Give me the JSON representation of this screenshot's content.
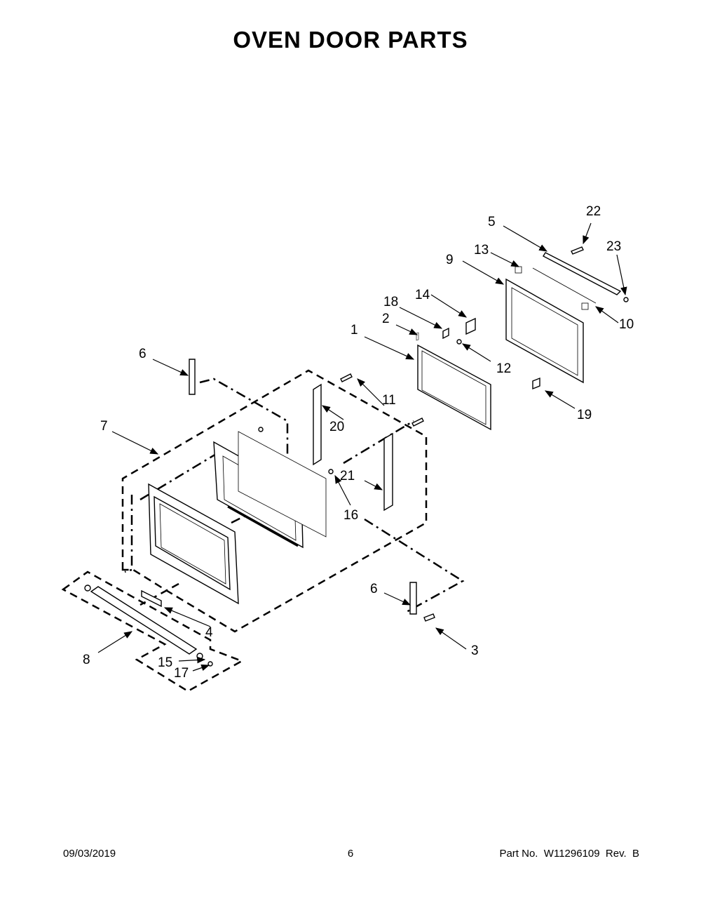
{
  "page": {
    "title": "OVEN DOOR PARTS",
    "footer": {
      "date": "09/03/2019",
      "page_number": "6",
      "part_number": "Part No.  W11296109  Rev.  B"
    }
  },
  "callouts": [
    {
      "id": "c1",
      "label": "1"
    },
    {
      "id": "c2",
      "label": "2"
    },
    {
      "id": "c3",
      "label": "3"
    },
    {
      "id": "c4",
      "label": "4"
    },
    {
      "id": "c5",
      "label": "5"
    },
    {
      "id": "c6a",
      "label": "6"
    },
    {
      "id": "c6b",
      "label": "6"
    },
    {
      "id": "c7",
      "label": "7"
    },
    {
      "id": "c8",
      "label": "8"
    },
    {
      "id": "c9",
      "label": "9"
    },
    {
      "id": "c10",
      "label": "10"
    },
    {
      "id": "c11",
      "label": "11"
    },
    {
      "id": "c12",
      "label": "12"
    },
    {
      "id": "c13",
      "label": "13"
    },
    {
      "id": "c14",
      "label": "14"
    },
    {
      "id": "c15",
      "label": "15"
    },
    {
      "id": "c16",
      "label": "16"
    },
    {
      "id": "c17",
      "label": "17"
    },
    {
      "id": "c18",
      "label": "18"
    },
    {
      "id": "c19",
      "label": "19"
    },
    {
      "id": "c20",
      "label": "20"
    },
    {
      "id": "c21",
      "label": "21"
    },
    {
      "id": "c22",
      "label": "22"
    },
    {
      "id": "c23",
      "label": "23"
    }
  ]
}
